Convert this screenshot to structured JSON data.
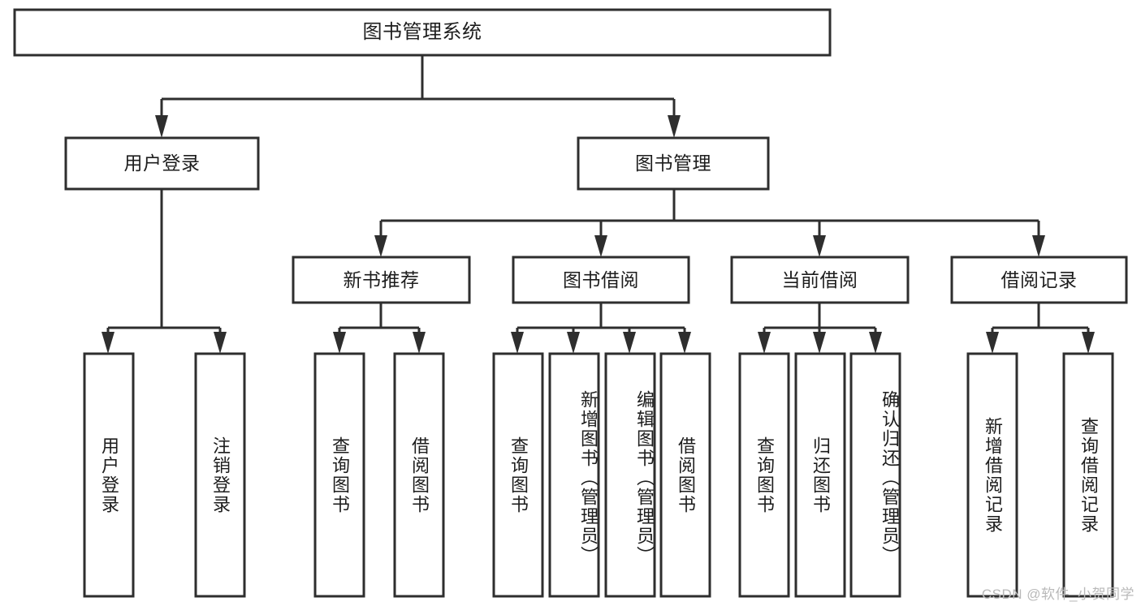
{
  "diagram": {
    "type": "tree-hierarchy",
    "title": "图书管理系统",
    "root": {
      "id": "root",
      "label": "图书管理系统",
      "orientation": "horizontal"
    },
    "level2": [
      {
        "id": "user-login",
        "label": "用户登录",
        "orientation": "horizontal"
      },
      {
        "id": "book-management",
        "label": "图书管理",
        "orientation": "horizontal"
      }
    ],
    "level3": [
      {
        "id": "new-book-recommend",
        "label": "新书推荐",
        "orientation": "horizontal",
        "parent": "book-management"
      },
      {
        "id": "book-borrow",
        "label": "图书借阅",
        "orientation": "horizontal",
        "parent": "book-management"
      },
      {
        "id": "current-borrow",
        "label": "当前借阅",
        "orientation": "horizontal",
        "parent": "book-management"
      },
      {
        "id": "borrow-record",
        "label": "借阅记录",
        "orientation": "horizontal",
        "parent": "book-management"
      }
    ],
    "leaves": [
      {
        "id": "leaf-user-login",
        "label": "用户登录",
        "orientation": "vertical",
        "parent": "user-login"
      },
      {
        "id": "leaf-logout-login",
        "label": "注销登录",
        "orientation": "vertical",
        "parent": "user-login"
      },
      {
        "id": "leaf-query-book-1",
        "label": "查询图书",
        "orientation": "vertical",
        "parent": "new-book-recommend"
      },
      {
        "id": "leaf-borrow-book-1",
        "label": "借阅图书",
        "orientation": "vertical",
        "parent": "new-book-recommend"
      },
      {
        "id": "leaf-query-book-2",
        "label": "查询图书",
        "orientation": "vertical",
        "parent": "book-borrow"
      },
      {
        "id": "leaf-add-book",
        "label": "新增图书（管理员）",
        "orientation": "vertical",
        "parent": "book-borrow"
      },
      {
        "id": "leaf-edit-book",
        "label": "编辑图书（管理员）",
        "orientation": "vertical",
        "parent": "book-borrow"
      },
      {
        "id": "leaf-borrow-book-2",
        "label": "借阅图书",
        "orientation": "vertical",
        "parent": "book-borrow"
      },
      {
        "id": "leaf-query-book-3",
        "label": "查询图书",
        "orientation": "vertical",
        "parent": "current-borrow"
      },
      {
        "id": "leaf-return-book",
        "label": "归还图书",
        "orientation": "vertical",
        "parent": "current-borrow"
      },
      {
        "id": "leaf-confirm-return",
        "label": "确认归还（管理员）",
        "orientation": "vertical",
        "parent": "current-borrow"
      },
      {
        "id": "leaf-add-record",
        "label": "新增借阅记录",
        "orientation": "vertical",
        "parent": "borrow-record"
      },
      {
        "id": "leaf-query-record",
        "label": "查询借阅记录",
        "orientation": "vertical",
        "parent": "borrow-record"
      }
    ]
  },
  "watermark": {
    "text": "CSDN @软件_小贺同学"
  },
  "colors": {
    "stroke": "#2e2e2e",
    "box_fill": "#ffffff",
    "text": "#1d1d1d",
    "background": "#ffffff",
    "watermark": "#b9b9b9"
  }
}
